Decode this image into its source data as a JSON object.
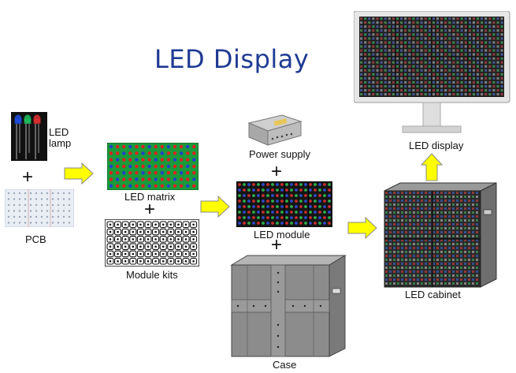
{
  "title": "LED Display",
  "labels": {
    "led_lamp_line1": "LED",
    "led_lamp_line2": "lamp",
    "pcb": "PCB",
    "led_matrix": "LED matrix",
    "module_kits": "Module kits",
    "power_supply": "Power supply",
    "led_module": "LED module",
    "case": "Case",
    "led_cabinet": "LED cabinet",
    "led_display": "LED display"
  },
  "plus_symbol": "+",
  "colors": {
    "title": "#1f3a93",
    "arrow_fill": "#ffff00",
    "arrow_stroke": "#888888",
    "matrix_green": "#1a9a3a",
    "matrix_red": "#e02020",
    "matrix_blue": "#2040d0",
    "case_gray": "#8a8a8a",
    "cabinet_gray": "#6e6e6e",
    "monitor_frame": "#e6e6e6"
  },
  "icons": [
    "led-lamp-icon",
    "pcb-board-icon",
    "led-matrix-icon",
    "module-kit-icon",
    "power-supply-icon",
    "led-module-icon",
    "case-icon",
    "led-cabinet-icon",
    "led-display-monitor-icon",
    "arrow-right-icon",
    "arrow-up-icon"
  ]
}
